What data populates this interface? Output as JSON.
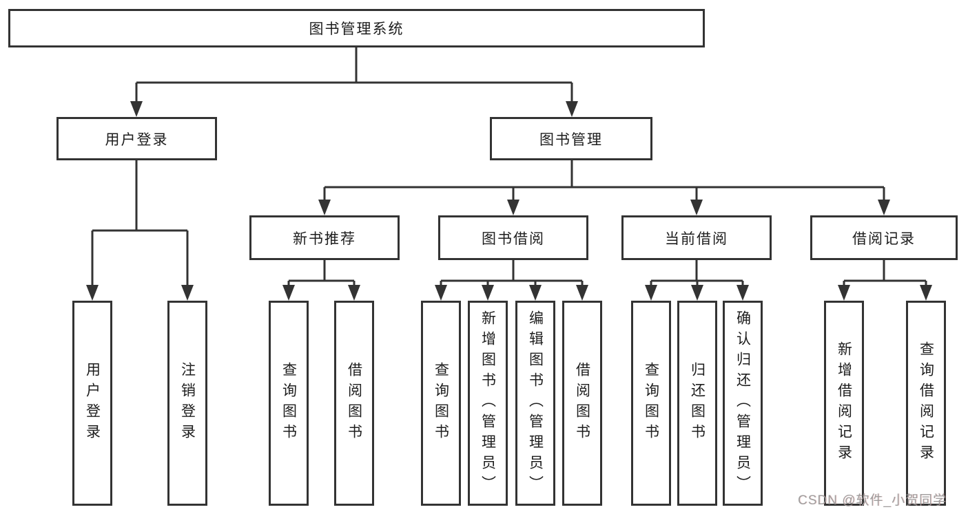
{
  "tree": {
    "label": "图书管理系统",
    "children": [
      {
        "label": "用户登录",
        "children": [
          {
            "label": "用户登录"
          },
          {
            "label": "注销登录"
          }
        ]
      },
      {
        "label": "图书管理",
        "children": [
          {
            "label": "新书推荐",
            "children": [
              {
                "label": "查询图书"
              },
              {
                "label": "借阅图书"
              }
            ]
          },
          {
            "label": "图书借阅",
            "children": [
              {
                "label": "查询图书"
              },
              {
                "label": "新增图书（管理员）"
              },
              {
                "label": "编辑图书（管理员）"
              },
              {
                "label": "借阅图书"
              }
            ]
          },
          {
            "label": "当前借阅",
            "children": [
              {
                "label": "查询图书"
              },
              {
                "label": "归还图书"
              },
              {
                "label": "确认归还（管理员）"
              }
            ]
          },
          {
            "label": "借阅记录",
            "children": [
              {
                "label": "新增借阅记录"
              },
              {
                "label": "查询借阅记录"
              }
            ]
          }
        ]
      }
    ]
  },
  "watermark": {
    "text": "CSDN @软件_小贺同学"
  },
  "colors": {
    "line": "#333333",
    "text": "#1d1d1d",
    "box_background": "#ffffff",
    "watermark": "#989898"
  }
}
